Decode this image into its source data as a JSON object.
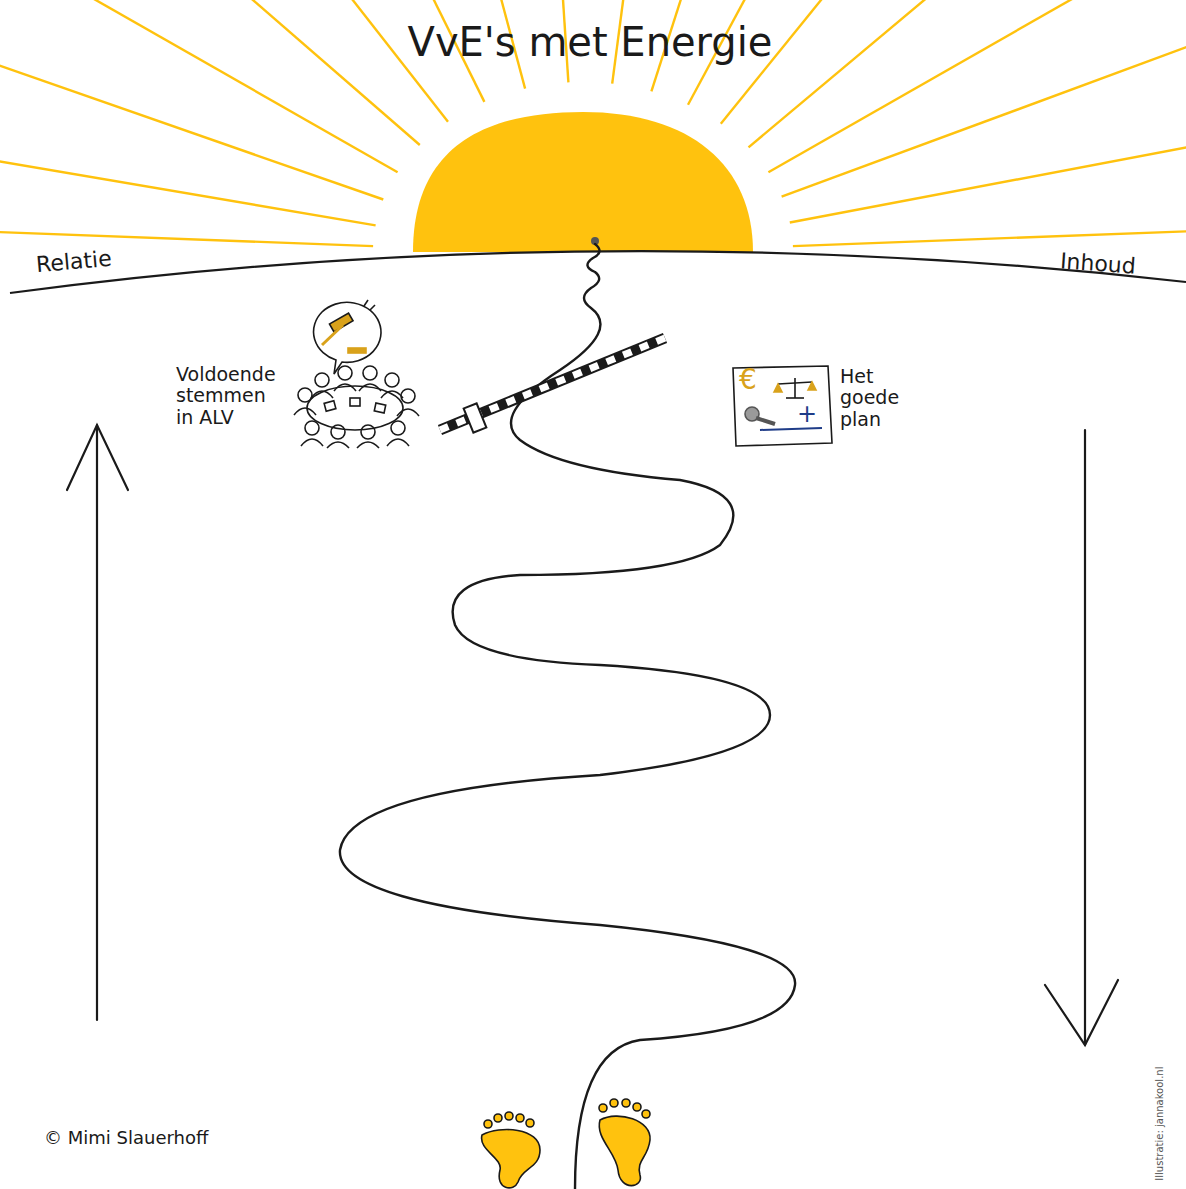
{
  "diagram": {
    "title": "VvE's met Energie",
    "labels": [
      "Relatie",
      "Inhoud",
      "Voldoende stemmen in ALV",
      "Het goede plan",
      "€",
      "+",
      "© Mimi Slauerhoff",
      "Illustratie: jannakool.nl"
    ]
  }
}
